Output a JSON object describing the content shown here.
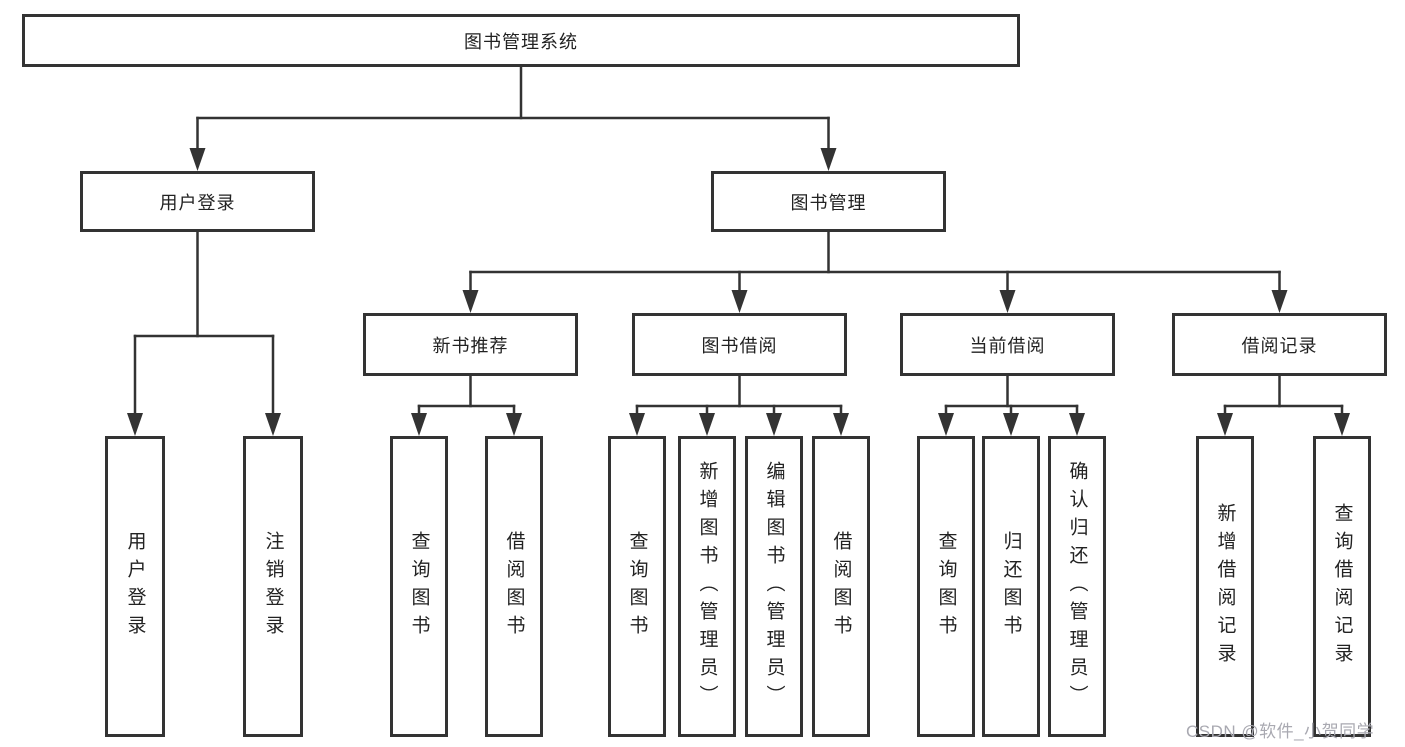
{
  "tree": {
    "root": {
      "label": "图书管理系统",
      "children": [
        {
          "label": "用户登录",
          "children": [
            {
              "label": "用户登录"
            },
            {
              "label": "注销登录"
            }
          ]
        },
        {
          "label": "图书管理",
          "children": [
            {
              "label": "新书推荐",
              "children": [
                {
                  "label": "查询图书"
                },
                {
                  "label": "借阅图书"
                }
              ]
            },
            {
              "label": "图书借阅",
              "children": [
                {
                  "label": "查询图书"
                },
                {
                  "label": "新增图书（管理员）"
                },
                {
                  "label": "编辑图书（管理员）"
                },
                {
                  "label": "借阅图书"
                }
              ]
            },
            {
              "label": "当前借阅",
              "children": [
                {
                  "label": "查询图书"
                },
                {
                  "label": "归还图书"
                },
                {
                  "label": "确认归还（管理员）"
                }
              ]
            },
            {
              "label": "借阅记录",
              "children": [
                {
                  "label": "新增借阅记录"
                },
                {
                  "label": "查询借阅记录"
                }
              ]
            }
          ]
        }
      ]
    }
  },
  "watermark": {
    "text": "CSDN @软件_小贺同学"
  },
  "colors": {
    "line": "#333333",
    "box_border": "#333333",
    "text": "#222222",
    "watermark": "#a9a9b1",
    "background": "#ffffff"
  }
}
